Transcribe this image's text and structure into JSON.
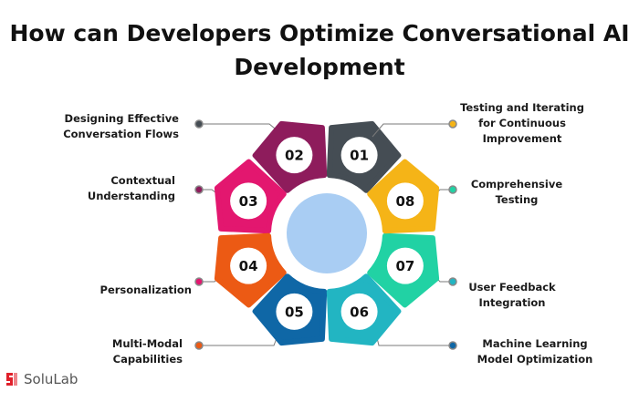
{
  "title": {
    "line1": "How can Developers Optimize Conversational AI",
    "line2": "Development"
  },
  "segments": [
    {
      "number": "01",
      "label": [
        "Designing Effective",
        "Conversation Flows"
      ],
      "color": "#454d54"
    },
    {
      "number": "02",
      "label": [
        "Contextual",
        "Understanding"
      ],
      "color": "#8e1c5c"
    },
    {
      "number": "03",
      "label": [
        "Personalization"
      ],
      "color": "#e3176f"
    },
    {
      "number": "04",
      "label": [
        "Multi-Modal",
        "Capabilities"
      ],
      "color": "#ec5a14"
    },
    {
      "number": "05",
      "label": [
        "Machine Learning",
        "Model Optimization"
      ],
      "color": "#0f67a6"
    },
    {
      "number": "06",
      "label": [
        "User Feedback",
        "Integration"
      ],
      "color": "#22b5c2"
    },
    {
      "number": "07",
      "label": [
        "Comprehensive",
        "Testing"
      ],
      "color": "#21d2a4"
    },
    {
      "number": "08",
      "label": [
        "Testing and Iterating",
        "for Continuous",
        "Improvement"
      ],
      "color": "#f5b417"
    }
  ],
  "colors": {
    "center": "#a9cdf3",
    "connector": "#7a7a7a",
    "text": "#1b1b1b"
  },
  "logo": {
    "text": "SoluLab",
    "icon": "solulab-logo-icon",
    "color": "#e0202b"
  }
}
